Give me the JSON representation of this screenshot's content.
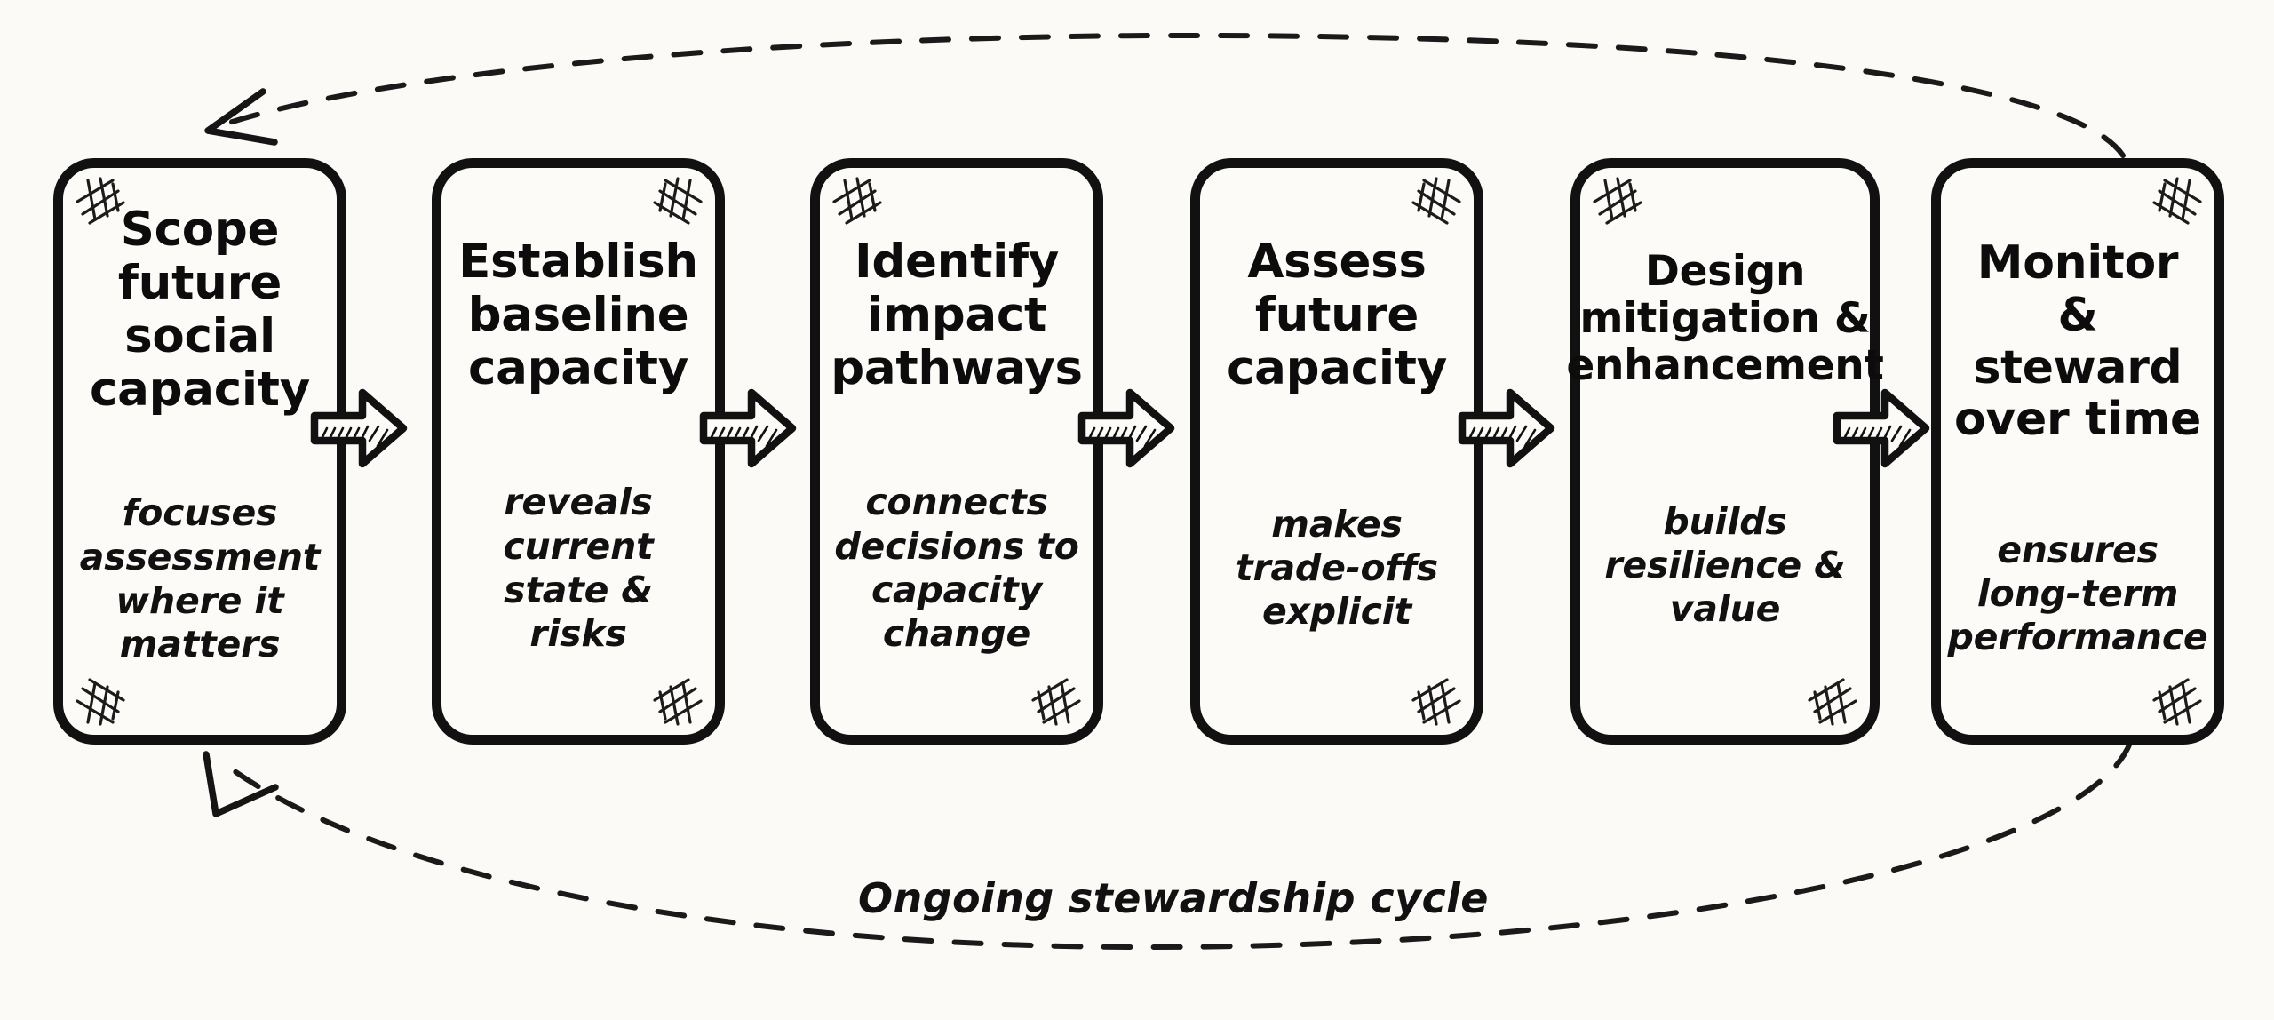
{
  "diagram": {
    "type": "process-cycle-flowchart",
    "style": "hand-drawn whiteboard sketch",
    "background_color": "#FBFAF7",
    "ink_color": "#111111",
    "caption": "Ongoing stewardship cycle",
    "loop_note_top": "return arrow from Monitor & steward over time back to Scope future social capacity",
    "loop_note_bottom": "return arrow from Monitor & steward over time back to Scope future social capacity"
  },
  "steps": [
    {
      "index": 1,
      "title": "Scope future social capacity",
      "title_lines": [
        "Scope",
        "future",
        "social",
        "capacity"
      ],
      "subtitle": "focuses assessment where it matters",
      "subtitle_lines": [
        "focuses",
        "assessment",
        "where it",
        "matters"
      ],
      "hatch_corner": "top-left"
    },
    {
      "index": 2,
      "title": "Establish baseline capacity",
      "title_lines": [
        "Establish",
        "baseline",
        "capacity"
      ],
      "subtitle": "reveals current state & risks",
      "subtitle_lines": [
        "reveals",
        "current",
        "state &",
        "risks"
      ],
      "hatch_corner": "top-right"
    },
    {
      "index": 3,
      "title": "Identify impact pathways",
      "title_lines": [
        "Identify",
        "impact",
        "pathways"
      ],
      "subtitle": "connects decisions to capacity change",
      "subtitle_lines": [
        "connects",
        "decisions to",
        "capacity",
        "change"
      ],
      "hatch_corner": "top-left"
    },
    {
      "index": 4,
      "title": "Assess future capacity",
      "title_lines": [
        "Assess",
        "future",
        "capacity"
      ],
      "subtitle": "makes trade-offs explicit",
      "subtitle_lines": [
        "makes",
        "trade-offs",
        "explicit"
      ],
      "hatch_corner": "top-right"
    },
    {
      "index": 5,
      "title": "Design mitigation & enhancement",
      "title_lines": [
        "Design",
        "mitigation &",
        "enhancement"
      ],
      "subtitle": "builds resilience & value",
      "subtitle_lines": [
        "builds",
        "resilience &",
        "value"
      ],
      "hatch_corner": "top-left"
    },
    {
      "index": 6,
      "title": "Monitor & steward over time",
      "title_lines": [
        "Monitor &",
        "steward",
        "over time"
      ],
      "subtitle": "ensures long-term performance",
      "subtitle_lines": [
        "ensures",
        "long-term",
        "performance"
      ],
      "hatch_corner": "top-right"
    }
  ],
  "connectors": [
    {
      "from": 1,
      "to": 2,
      "glyph": "block-arrow-right"
    },
    {
      "from": 2,
      "to": 3,
      "glyph": "block-arrow-right"
    },
    {
      "from": 3,
      "to": 4,
      "glyph": "block-arrow-right"
    },
    {
      "from": 4,
      "to": 5,
      "glyph": "block-arrow-right"
    },
    {
      "from": 5,
      "to": 6,
      "glyph": "block-arrow-right"
    }
  ]
}
